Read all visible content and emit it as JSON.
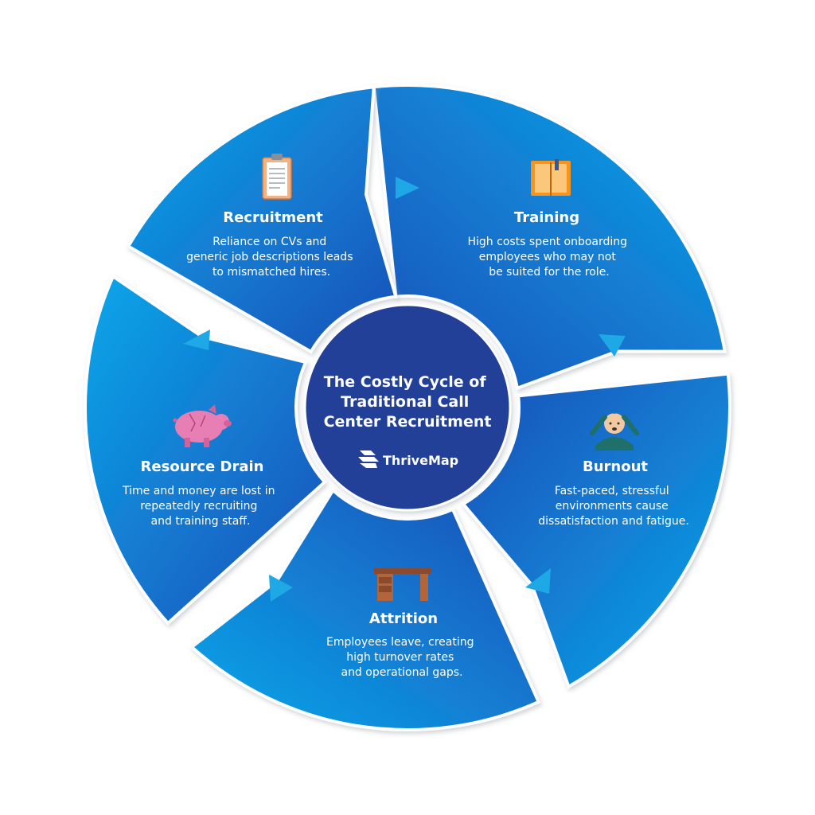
{
  "center": {
    "title_lines": [
      "The Costly Cycle of",
      "Traditional Call",
      "Center Recruitment"
    ],
    "brand": "ThriveMap"
  },
  "segments": [
    {
      "title": "Recruitment",
      "desc": [
        "Reliance on CVs and",
        "generic job descriptions leads",
        "to mismatched hires."
      ],
      "icon": "clipboard-icon"
    },
    {
      "title": "Training",
      "desc": [
        "High costs spent onboarding",
        "employees who may not",
        "be suited for the role."
      ],
      "icon": "book-icon"
    },
    {
      "title": "Burnout",
      "desc": [
        "Fast-paced, stressful",
        "environments cause",
        "dissatisfaction and fatigue."
      ],
      "icon": "stressed-person-icon"
    },
    {
      "title": "Attrition",
      "desc": [
        "Employees leave, creating",
        "high turnover rates",
        "and operational gaps."
      ],
      "icon": "empty-desk-icon"
    },
    {
      "title": "Resource Drain",
      "desc": [
        "Time and money are lost in",
        "repeatedly recruiting",
        "and training staff."
      ],
      "icon": "broken-piggy-bank-icon"
    }
  ],
  "colors": {
    "segment_light": "#0ba7ea",
    "segment_dark": "#1b4fb8",
    "center": "#243f97",
    "arrow": "#1ea8e6",
    "shadow": "#d7dade"
  }
}
